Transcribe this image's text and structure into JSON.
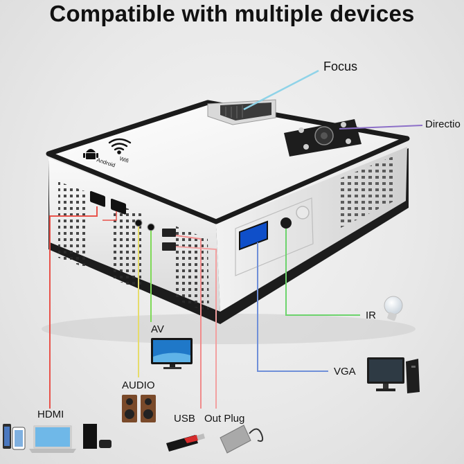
{
  "headline": "Compatible with multiple devices",
  "labels": {
    "focus": "Focus",
    "direction": "Directio",
    "ir": "IR",
    "vga": "VGA",
    "av": "AV",
    "audio": "AUDIO",
    "hdmi": "HDMI",
    "usb": "USB",
    "out_plug": "Out Plug"
  },
  "projector_badges": {
    "android": "Android",
    "wifi": "Wifi"
  },
  "colors": {
    "focus_line": "#8fd3e8",
    "direction_line": "#8c6fc8",
    "ir_line": "#6cd36c",
    "vga_line": "#6f8fd8",
    "av_line": "#7ed957",
    "audio_line": "#e6dc6a",
    "hdmi_line": "#e8524a",
    "usb_line": "#f08b8b",
    "out_plug_line": "#f2a0a0"
  }
}
